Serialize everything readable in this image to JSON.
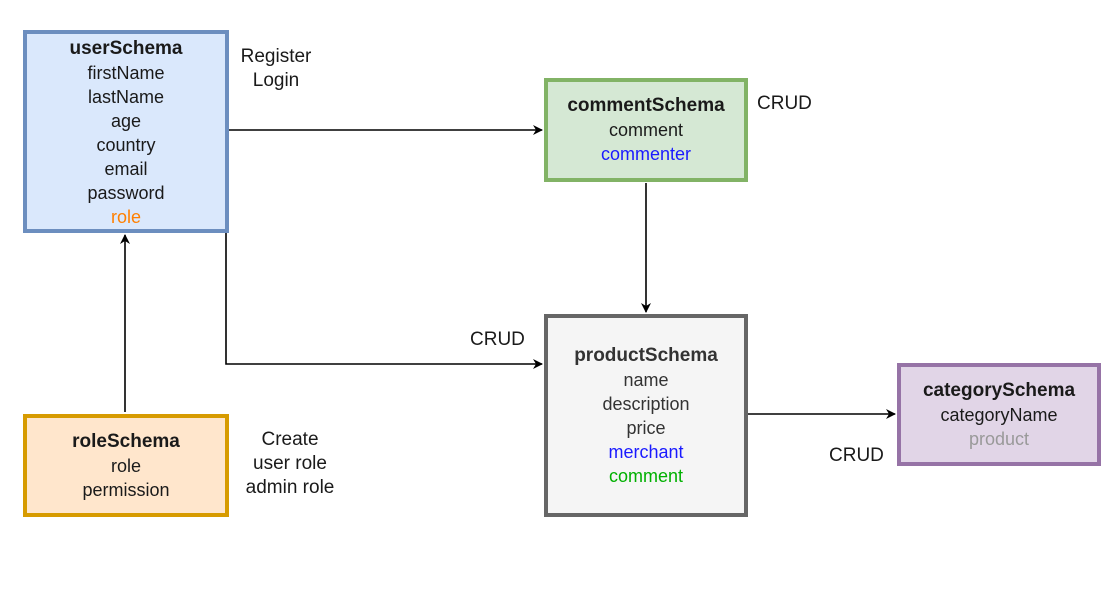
{
  "colors": {
    "orange_field": "#ff8000",
    "blue_field": "#1a1aff",
    "green_field": "#00b000",
    "gray_field": "#999999"
  },
  "user": {
    "title": "userSchema",
    "fields": [
      "firstName",
      "lastName",
      "age",
      "country",
      "email",
      "password"
    ],
    "role_field": "role"
  },
  "comment": {
    "title": "commentSchema",
    "field": "comment",
    "commenter_field": "commenter"
  },
  "product": {
    "title": "productSchema",
    "fields": [
      "name",
      "description",
      "price"
    ],
    "merchant_field": "merchant",
    "comment_field": "comment"
  },
  "category": {
    "title": "categorySchema",
    "field": "categoryName",
    "product_field": "product"
  },
  "role": {
    "title": "roleSchema",
    "fields": [
      "role",
      "permission"
    ]
  },
  "labels": {
    "user_ops": [
      "Register",
      "Login"
    ],
    "comment_ops": "CRUD",
    "product_ops": "CRUD",
    "category_ops": "CRUD",
    "role_ops": [
      "Create",
      "user role",
      "admin role"
    ]
  }
}
